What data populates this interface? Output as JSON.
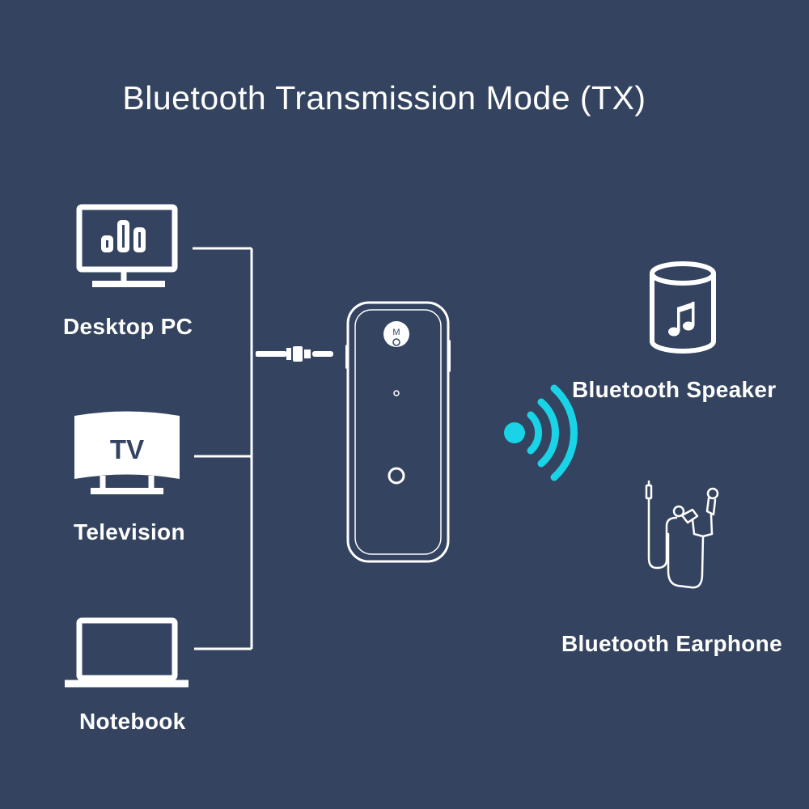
{
  "title": "Bluetooth Transmission Mode (TX)",
  "sources": {
    "desktop_label": "Desktop PC",
    "tv_label": "Television",
    "tv_screen_text": "TV",
    "notebook_label": "Notebook"
  },
  "device": {
    "mode_button_text": "M"
  },
  "targets": {
    "speaker_label": "Bluetooth Speaker",
    "earphone_label": "Bluetooth Earphone"
  },
  "colors": {
    "background": "#344460",
    "line": "#ffffff",
    "signal": "#19d3e6"
  }
}
